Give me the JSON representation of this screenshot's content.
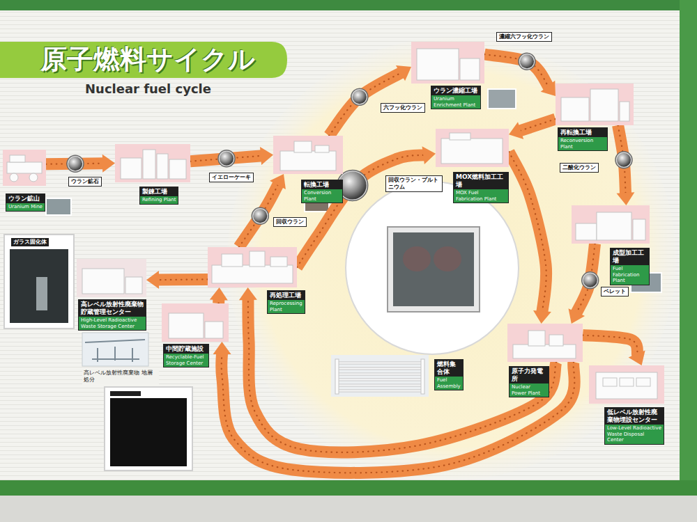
{
  "diagram": {
    "title": "原子燃料サイクル",
    "nodes": [
      {
        "text": [
          "ウラン鉱山",
          "Uranium Mine"
        ]
      },
      {
        "text": [
          "製錬工場",
          "Refining Plant"
        ]
      },
      {
        "text": [
          "転換工場",
          "Conversion Plant"
        ]
      },
      {
        "text": [
          "ウラン濃縮工場",
          "Uranium Enrichment Plant"
        ]
      },
      {
        "text": [
          "再転換工場",
          "Reconversion Plant"
        ]
      },
      {
        "text": [
          "成型加工工場",
          "Fuel Fabrication Plant"
        ]
      },
      {
        "text": [
          "原子力発電所",
          "Nuclear Power Plant"
        ]
      },
      {
        "text": [
          "低レベル放射性廃棄物埋設センター",
          "Low-Level Radioactive Waste Disposal Center"
        ]
      },
      {
        "text": [
          "MOX燃料加工工場",
          "MOX Fuel Fabrication Plant"
        ]
      },
      {
        "text": [
          "再処理工場",
          "Reprocessing Plant"
        ]
      },
      {
        "text": [
          "中間貯蔵施設",
          "Recyclable-Fuel Storage Center"
        ]
      },
      {
        "text": [
          "高レベル放射性廃棄物貯蔵管理センター",
          "High-Level Radioactive Waste Storage Center"
        ]
      },
      {
        "text": [
          "燃料集合体",
          "Fuel Assembly"
        ]
      }
    ],
    "edges": [
      {
        "from": 0,
        "to": 1,
        "arrow": "to"
      },
      {
        "from": 1,
        "to": 2,
        "arrow": "to"
      },
      {
        "from": 2,
        "to": 3,
        "arrow": "to"
      },
      {
        "from": 3,
        "to": 4,
        "arrow": "to"
      },
      {
        "from": 4,
        "to": 5,
        "arrow": "to"
      },
      {
        "from": 5,
        "to": 6,
        "arrow": "to"
      },
      {
        "from": 6,
        "to": 7,
        "arrow": "to"
      },
      {
        "from": 4,
        "to": 8,
        "arrow": "to"
      },
      {
        "from": 8,
        "to": 6,
        "arrow": "to"
      },
      {
        "from": 6,
        "to": 9,
        "arrow": "to"
      },
      {
        "from": 6,
        "to": 10,
        "arrow": "to"
      },
      {
        "from": 10,
        "to": 9,
        "arrow": "to"
      },
      {
        "from": 9,
        "to": 2,
        "arrow": "to"
      },
      {
        "from": 9,
        "to": 8,
        "arrow": "to"
      },
      {
        "from": 9,
        "to": 11,
        "arrow": "to"
      }
    ],
    "labels": [
      "Nuclear fuel cycle",
      "ウラン鉱石",
      "イエローケーキ",
      "六フッ化ウラン",
      "濃縮六フッ化ウラン",
      "二酸化ウラン",
      "ペレット",
      "回収ウラン",
      "回収ウラン・プルトニウム",
      "ガラス固化体",
      "高レベル放射性廃棄物 地層処分"
    ]
  }
}
